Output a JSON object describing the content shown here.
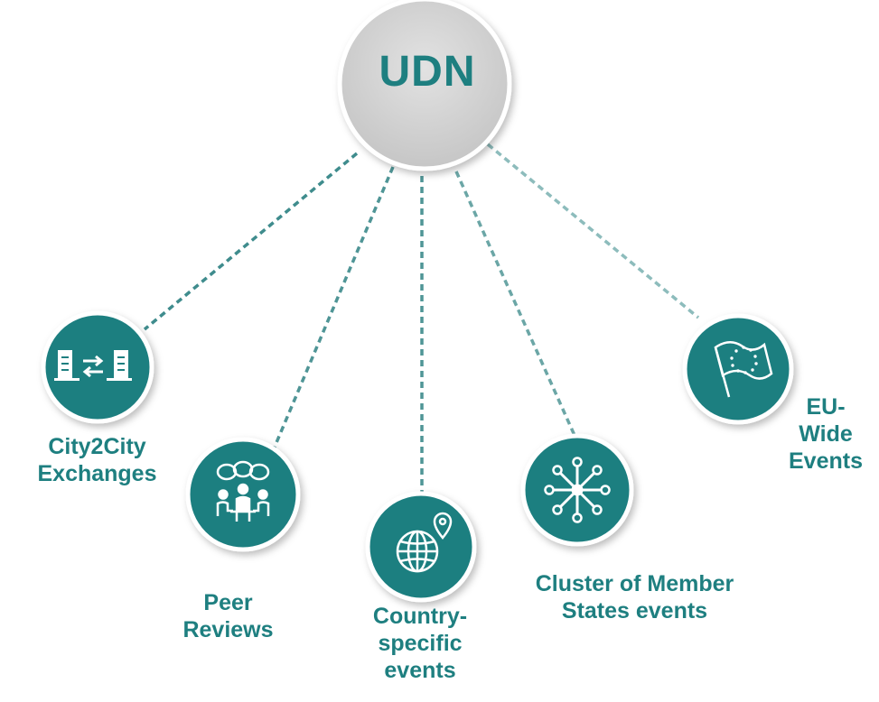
{
  "hub": {
    "label": "UDN"
  },
  "nodes": [
    {
      "id": "city2city",
      "icon": "buildings-exchange-icon",
      "label": "City2City\nExchanges"
    },
    {
      "id": "peer",
      "icon": "peer-meeting-icon",
      "label": "Peer\nReviews"
    },
    {
      "id": "country",
      "icon": "globe-pin-icon",
      "label": "Country-\nspecific\nevents"
    },
    {
      "id": "cluster",
      "icon": "network-hub-icon",
      "label": "Cluster of Member\nStates events"
    },
    {
      "id": "euwide",
      "icon": "eu-flag-icon",
      "label": "EU-\nWide\nEvents"
    }
  ],
  "colors": {
    "teal": "#1e7f80",
    "hub_fill": "#d4d4d4",
    "line": "#5a9fa0"
  }
}
